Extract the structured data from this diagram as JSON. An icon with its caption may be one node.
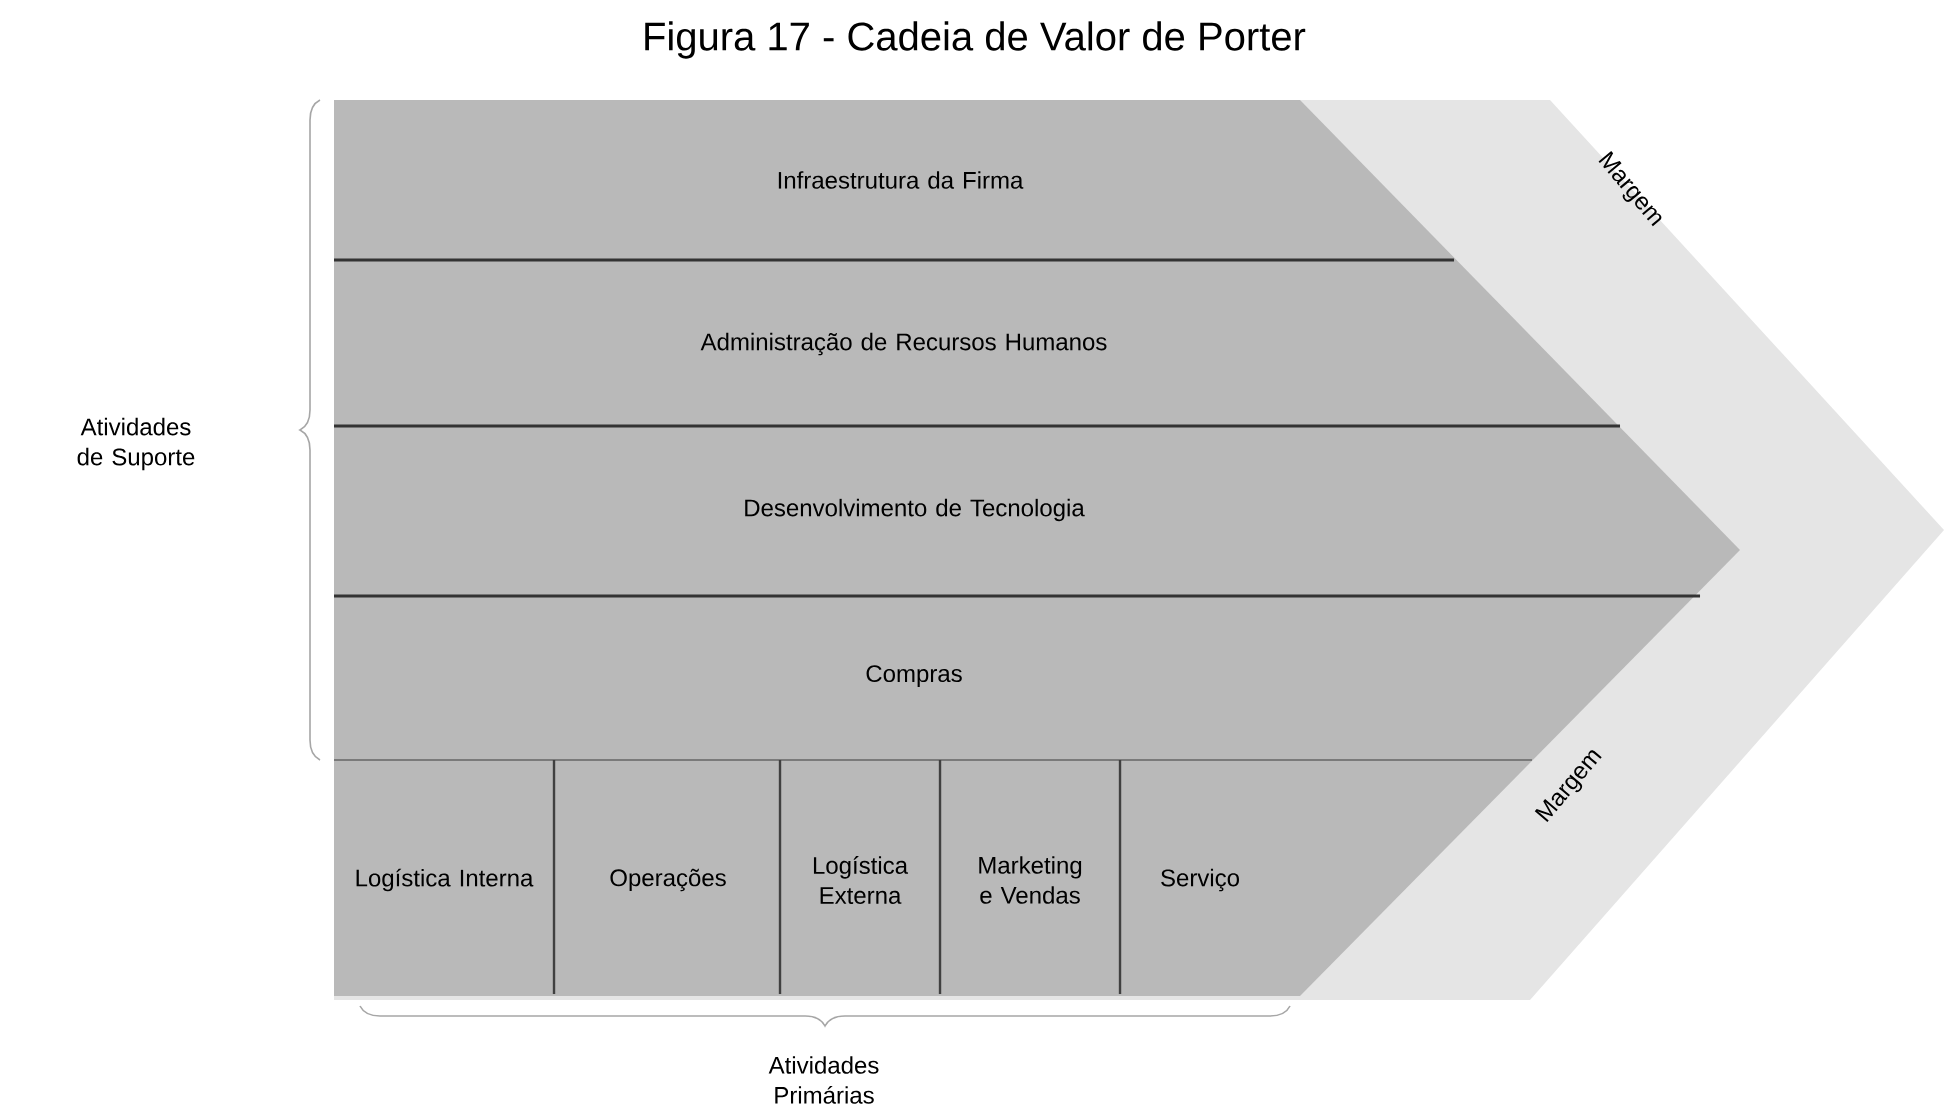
{
  "diagram": {
    "title": "Figura 17 - Cadeia de Valor de Porter",
    "nodes": [
      {
        "text": [
          "Infraestrutura da Firma"
        ]
      },
      {
        "text": [
          "Administração de Recursos Humanos"
        ]
      },
      {
        "text": [
          "Desenvolvimento de Tecnologia"
        ]
      },
      {
        "text": [
          "Compras"
        ]
      },
      {
        "text": [
          "Logística Interna"
        ]
      },
      {
        "text": [
          "Operações"
        ]
      },
      {
        "text": [
          "Logística Externa"
        ]
      },
      {
        "text": [
          "Marketing e Vendas"
        ]
      },
      {
        "text": [
          "Serviço"
        ]
      }
    ],
    "labels": [
      "Margem",
      "Atividades de Suporte",
      "Margem",
      "Atividades Primárias"
    ]
  }
}
